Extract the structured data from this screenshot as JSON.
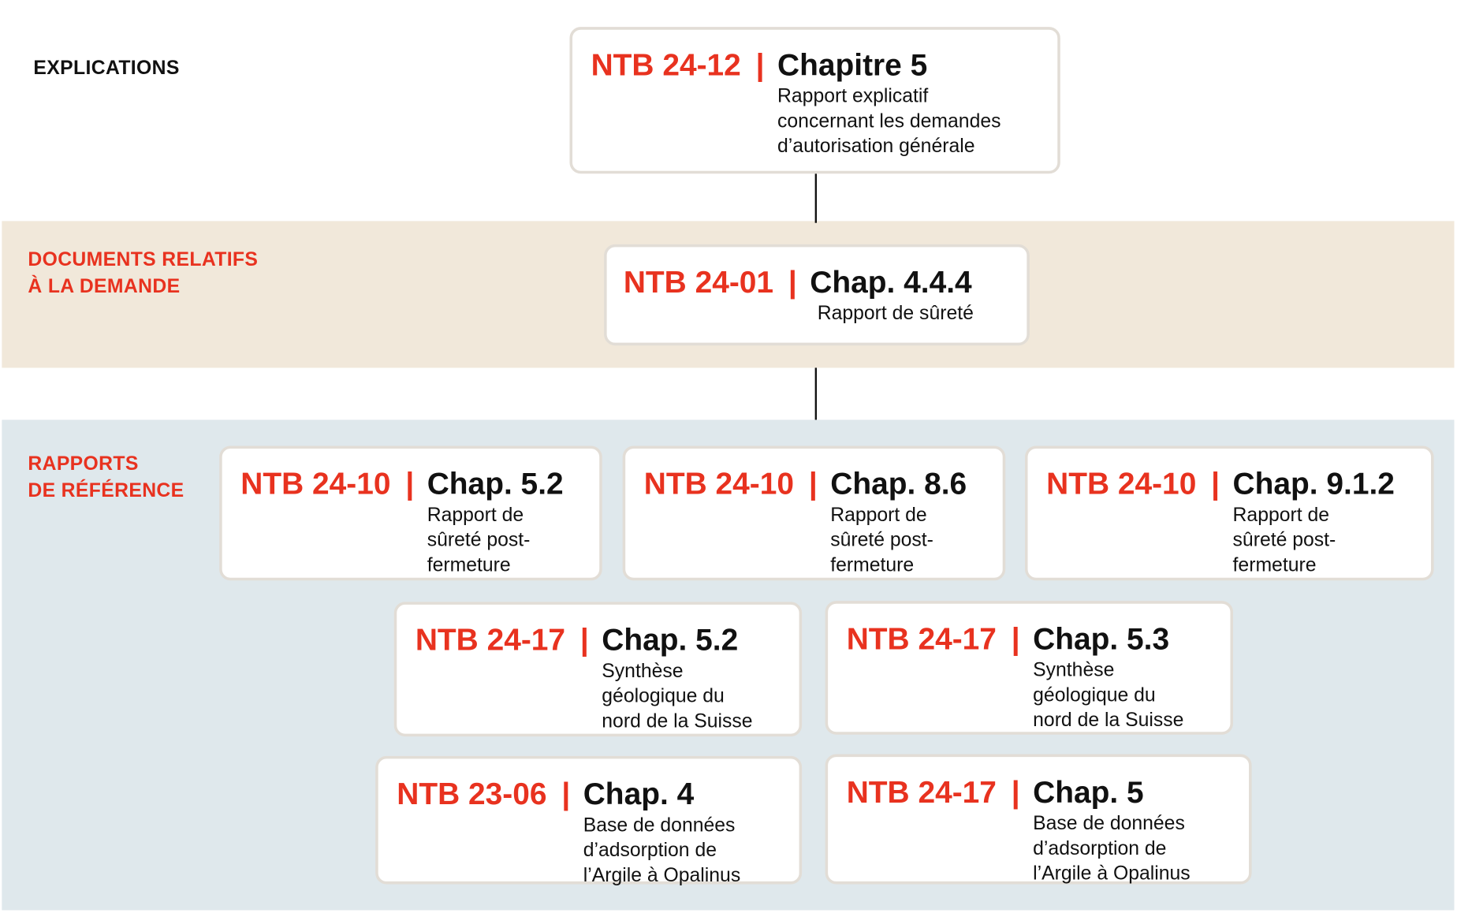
{
  "colors": {
    "accent": "#e8321f",
    "band_documents": "#f1e8da",
    "band_rapports": "#dfe8ec",
    "box_border": "#e2ddd6"
  },
  "sections": {
    "explications": "EXPLICATIONS",
    "documents_line1": "DOCUMENTS RELATIFS",
    "documents_line2": "À LA DEMANDE",
    "rapports_line1": "RAPPORTS",
    "rapports_line2": "DE RÉFÉRENCE"
  },
  "separator": "|",
  "boxes": [
    {
      "id": "NTB 24-12",
      "chap": "Chapitre 5",
      "desc": "Rapport explicatif\nconcernant les demandes\nd’autorisation générale"
    },
    {
      "id": "NTB 24-01",
      "chap": "Chap. 4.4.4",
      "desc": "Rapport de sûreté"
    },
    {
      "id": "NTB 24-10",
      "chap": "Chap. 5.2",
      "desc": "Rapport de\nsûreté post-\nfermeture"
    },
    {
      "id": "NTB 24-10",
      "chap": "Chap. 8.6",
      "desc": "Rapport de\nsûreté post-\nfermeture"
    },
    {
      "id": "NTB 24-10",
      "chap": "Chap. 9.1.2",
      "desc": "Rapport de\nsûreté post-\nfermeture"
    },
    {
      "id": "NTB 24-17",
      "chap": "Chap. 5.2",
      "desc": "Synthèse\ngéologique du\nnord de la Suisse"
    },
    {
      "id": "NTB 24-17",
      "chap": "Chap. 5.3",
      "desc": "Synthèse\ngéologique du\nnord de la Suisse"
    },
    {
      "id": "NTB 23-06",
      "chap": "Chap. 4",
      "desc": "Base de données\nd’adsorption de\nl’Argile à Opalinus"
    },
    {
      "id": "NTB 24-17",
      "chap": "Chap. 5",
      "desc": "Base de données\nd’adsorption de\nl’Argile à Opalinus"
    }
  ]
}
